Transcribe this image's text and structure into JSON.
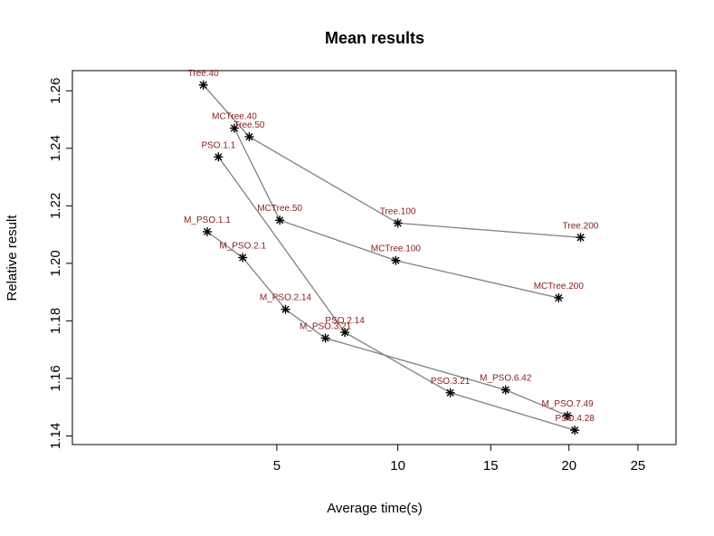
{
  "chart_data": {
    "type": "line",
    "title": "Mean results",
    "xlabel": "Average time(s)",
    "ylabel": "Relative result",
    "x_scale": "sqrt",
    "xlim": [
      0.45,
      28
    ],
    "ylim": [
      1.137,
      1.267
    ],
    "x_ticks": [
      5,
      10,
      15,
      20,
      25
    ],
    "y_ticks": [
      1.14,
      1.16,
      1.18,
      1.2,
      1.22,
      1.24,
      1.26
    ],
    "y_tick_labels": [
      "1.14",
      "1.16",
      "1.18",
      "1.20",
      "1.22",
      "1.24",
      "1.26"
    ],
    "grid": false,
    "colors": {
      "line": "#808080",
      "label": "#8b1a1a",
      "marker": "#000000"
    },
    "series": [
      {
        "points": [
          {
            "label": "Tree.40",
            "x": 2.8,
            "y": 1.262
          },
          {
            "label": "Tree.50",
            "x": 4.1,
            "y": 1.244
          },
          {
            "label": "Tree.100",
            "x": 10.0,
            "y": 1.214
          },
          {
            "label": "Tree.200",
            "x": 20.8,
            "y": 1.209
          }
        ]
      },
      {
        "points": [
          {
            "label": "MCTree.40",
            "x": 3.65,
            "y": 1.247
          },
          {
            "label": "MCTree.50",
            "x": 5.1,
            "y": 1.215
          },
          {
            "label": "MCTree.100",
            "x": 9.9,
            "y": 1.201
          },
          {
            "label": "MCTree.200",
            "x": 19.3,
            "y": 1.188
          }
        ]
      },
      {
        "points": [
          {
            "label": "PSO.1.1",
            "x": 3.2,
            "y": 1.237
          },
          {
            "label": "PSO.2.14",
            "x": 7.6,
            "y": 1.176
          },
          {
            "label": "PSO.3.21",
            "x": 12.7,
            "y": 1.155
          },
          {
            "label": "PSO.4.28",
            "x": 20.4,
            "y": 1.142
          }
        ]
      },
      {
        "points": [
          {
            "label": "M_PSO.1.1",
            "x": 2.9,
            "y": 1.211
          },
          {
            "label": "M_PSO.2.1",
            "x": 3.9,
            "y": 1.202
          },
          {
            "label": "M_PSO.2.14",
            "x": 5.3,
            "y": 1.184
          },
          {
            "label": "M_PSO.3.21",
            "x": 6.8,
            "y": 1.174
          },
          {
            "label": "M_PSO.6.42",
            "x": 15.9,
            "y": 1.156
          },
          {
            "label": "M_PSO.7.49",
            "x": 19.9,
            "y": 1.147
          }
        ]
      }
    ]
  }
}
